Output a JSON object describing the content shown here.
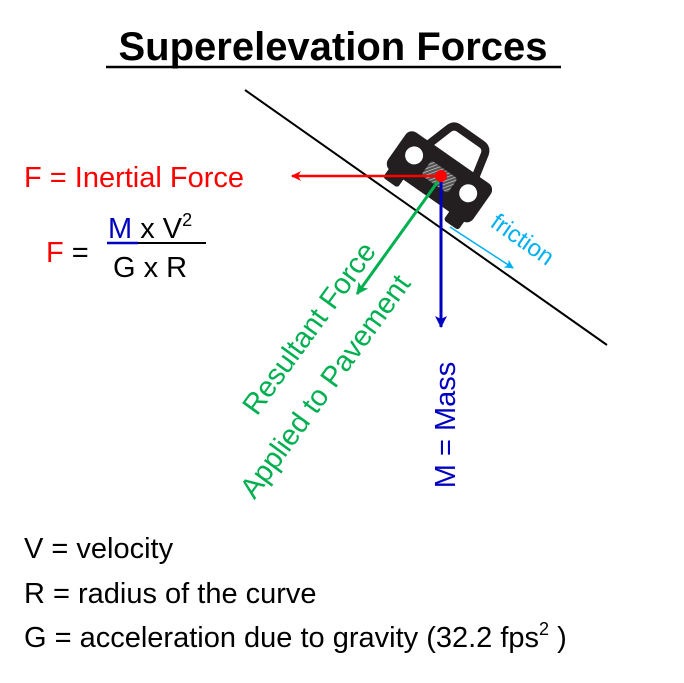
{
  "title": "Superelevation Forces",
  "labels": {
    "inertial": "F = Inertial Force",
    "formula_lhs_f": "F",
    "formula_lhs_eq": " =",
    "numerator_m": "M",
    "numerator_rest": " x V",
    "numerator_exp": "2",
    "denominator": "G x R",
    "friction": "friction",
    "resultant_line1": "Resultant Force",
    "resultant_line2": "Applied to Pavement",
    "mass": "M = Mass"
  },
  "definitions": [
    {
      "text": "V = velocity"
    },
    {
      "text": "R = radius of the curve"
    },
    {
      "text": "G = acceleration due to gravity (32.2 fps",
      "sup": "2",
      "tail": " )"
    }
  ],
  "colors": {
    "inertial": "#ff0000",
    "mass": "#0000c0",
    "resultant": "#00b050",
    "friction": "#00b0f0",
    "car": "#231f20"
  }
}
